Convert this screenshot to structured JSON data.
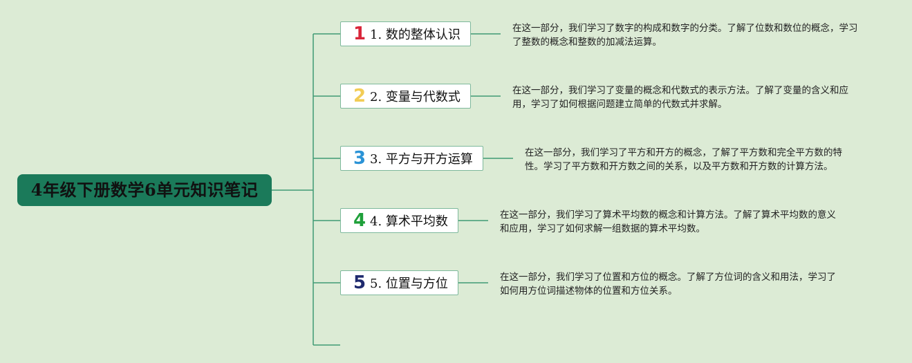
{
  "colors": {
    "background": "#dcebd5",
    "root_fill": "#1b7a5a",
    "connector": "#3e9a74",
    "node_border": "#7db89b"
  },
  "root": {
    "title": "4年级下册数学6单元知识笔记"
  },
  "topics": [
    {
      "badge": "1",
      "badge_color": "#d9263a",
      "label": "1. 数的整体认识",
      "description": "在这一部分，我们学习了数字的构成和数字的分类。了解了位数和数位的概念，学习了整数的概念和整数的加减法运算。"
    },
    {
      "badge": "2",
      "badge_color": "#f2cc55",
      "label": "2. 变量与代数式",
      "description": "在这一部分，我们学习了变量的概念和代数式的表示方法。了解了变量的含义和应用，学习了如何根据问题建立简单的代数式并求解。"
    },
    {
      "badge": "3",
      "badge_color": "#2b93d6",
      "label": "3. 平方与开方运算",
      "description": "在这一部分，我们学习了平方和开方的概念，了解了平方数和完全平方数的特性。学习了平方数和开方数之间的关系，以及平方数和开方数的计算方法。"
    },
    {
      "badge": "4",
      "badge_color": "#1fa03a",
      "label": "4. 算术平均数",
      "description": "在这一部分，我们学习了算术平均数的概念和计算方法。了解了算术平均数的意义和应用，学习了如何求解一组数据的算术平均数。"
    },
    {
      "badge": "5",
      "badge_color": "#1f2a6e",
      "label": "5. 位置与方位",
      "description": "在这一部分，我们学习了位置和方位的概念。了解了方位词的含义和用法，学习了如何用方位词描述物体的位置和方位关系。"
    }
  ]
}
